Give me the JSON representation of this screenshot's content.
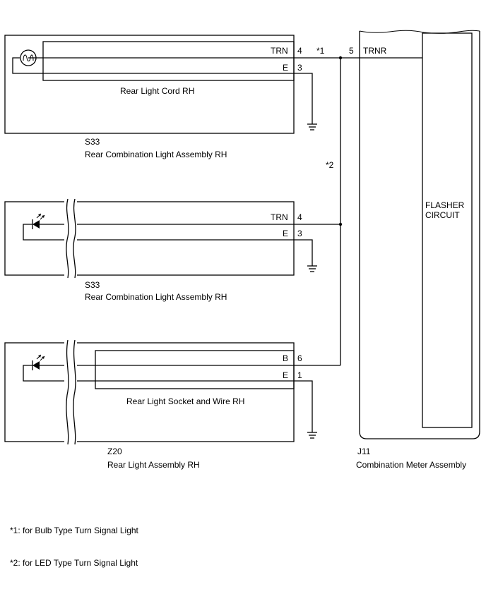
{
  "connectors": {
    "s33_bulb": {
      "code": "S33",
      "name": "Rear Combination Light Assembly RH",
      "inner_label": "Rear Light Cord RH",
      "pins": [
        {
          "signal": "TRN",
          "pin": "4"
        },
        {
          "signal": "E",
          "pin": "3"
        }
      ]
    },
    "s33_led": {
      "code": "S33",
      "name": "Rear Combination Light Assembly RH",
      "pins": [
        {
          "signal": "TRN",
          "pin": "4"
        },
        {
          "signal": "E",
          "pin": "3"
        }
      ]
    },
    "z20": {
      "code": "Z20",
      "name": "Rear Light Assembly RH",
      "inner_label": "Rear Light Socket and Wire RH",
      "pins": [
        {
          "signal": "B",
          "pin": "6"
        },
        {
          "signal": "E",
          "pin": "1"
        }
      ]
    },
    "j11": {
      "code": "J11",
      "name": "Combination Meter Assembly",
      "pin": "5",
      "signal": "TRNR",
      "circuit_line1": "FLASHER",
      "circuit_line2": "CIRCUIT"
    }
  },
  "wire_notes": {
    "n1": "*1",
    "n2": "*2"
  },
  "footnotes": {
    "n1": "*1: for Bulb Type Turn Signal Light",
    "n2": "*2: for LED Type Turn Signal Light"
  },
  "icons": {
    "bulb": "bulb-icon",
    "led": "led-icon",
    "ground": "ground-icon",
    "break": "break-mark-icon"
  }
}
